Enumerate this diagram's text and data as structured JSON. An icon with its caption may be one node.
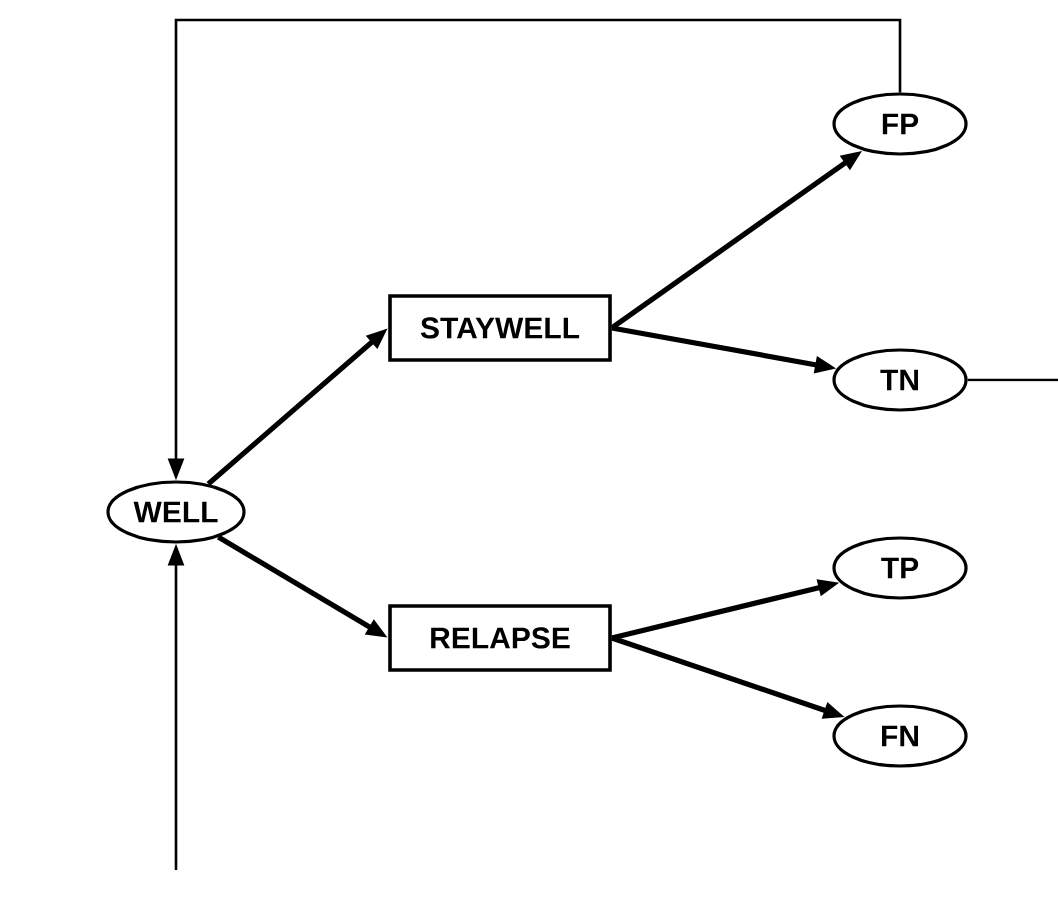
{
  "diagram": {
    "nodes": [
      {
        "text": [
          "WELL"
        ]
      },
      {
        "text": [
          "STAYWELL"
        ]
      },
      {
        "text": [
          "FP"
        ]
      },
      {
        "text": [
          "TN"
        ]
      },
      {
        "text": [
          "RELAPSE"
        ]
      },
      {
        "text": [
          "TP"
        ]
      },
      {
        "text": [
          "FN"
        ]
      }
    ],
    "edges": [
      {
        "from": 0,
        "to": 1,
        "arrow": "to"
      },
      {
        "from": 0,
        "to": 4,
        "arrow": "to"
      },
      {
        "from": 1,
        "to": 2,
        "arrow": "to"
      },
      {
        "from": 1,
        "to": 3,
        "arrow": "to"
      },
      {
        "from": 4,
        "to": 5,
        "arrow": "to"
      },
      {
        "from": 4,
        "to": 6,
        "arrow": "to"
      },
      {
        "from": 2,
        "to": 0,
        "arrow": "to"
      },
      {
        "from": 3,
        "to": null,
        "arrow": "none"
      },
      {
        "from": null,
        "to": 0,
        "arrow": "to"
      }
    ]
  }
}
